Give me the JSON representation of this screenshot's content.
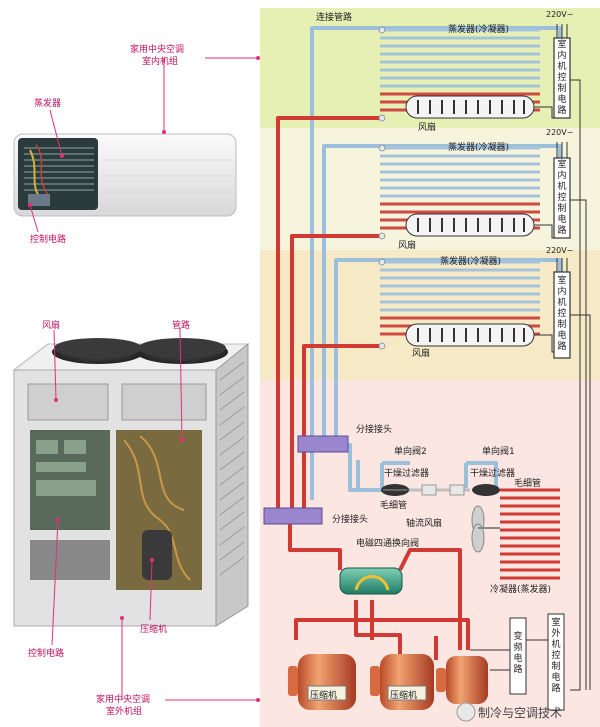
{
  "labels": {
    "indoor_unit_title_line1": "家用中央空调",
    "indoor_unit_title_line2": "室内机组",
    "outdoor_unit_title_line1": "家用中央空调",
    "outdoor_unit_title_line2": "室外机组",
    "evaporator_photo": "蒸发器",
    "control_circuit_photo": "控制电路",
    "fan_photo": "风扇",
    "pipe_photo": "管路",
    "control_circuit_outdoor_photo": "控制电路",
    "compressor_photo": "压缩机",
    "connecting_pipe": "连接管路",
    "evaporator_condenser_1": "蒸发器(冷凝器)",
    "evaporator_condenser_2": "蒸发器(冷凝器)",
    "evaporator_condenser_3": "蒸发器(冷凝器)",
    "fan_1": "风扇",
    "fan_2": "风扇",
    "fan_3": "风扇",
    "power_1": "220V~",
    "power_2": "220V~",
    "power_3": "220V~",
    "indoor_control_1": "室内机控制电路",
    "indoor_control_2": "室内机控制电路",
    "indoor_control_3": "室内机控制电路",
    "splitter_1": "分接接头",
    "splitter_2": "分接接头",
    "check_valve_2": "单向阀2",
    "check_valve_1": "单向阀1",
    "dry_filter_1": "干燥过滤器",
    "dry_filter_2": "干燥过滤器",
    "capillary_1": "毛细管",
    "capillary_2": "毛细管",
    "axial_fan": "轴流风扇",
    "four_way_valve": "电磁四通换向阀",
    "condenser_outdoor": "冷凝器(蒸发器)",
    "inverter_circuit": "变频电路",
    "outdoor_control": "室外机控制电路",
    "compressor_1": "压缩机",
    "compressor_2": "压缩机",
    "watermark": "制冷与空调技术"
  },
  "colors": {
    "band_green": "#e6efb4",
    "band_cream": "#f6f4dc",
    "band_tan": "#f6e9c6",
    "band_pink": "#fbe6e2",
    "pipe_blue": "#9cc0dc",
    "pipe_red": "#d03a32",
    "accent_pink": "#e0307a",
    "splitter_purple": "#9a86cf"
  }
}
